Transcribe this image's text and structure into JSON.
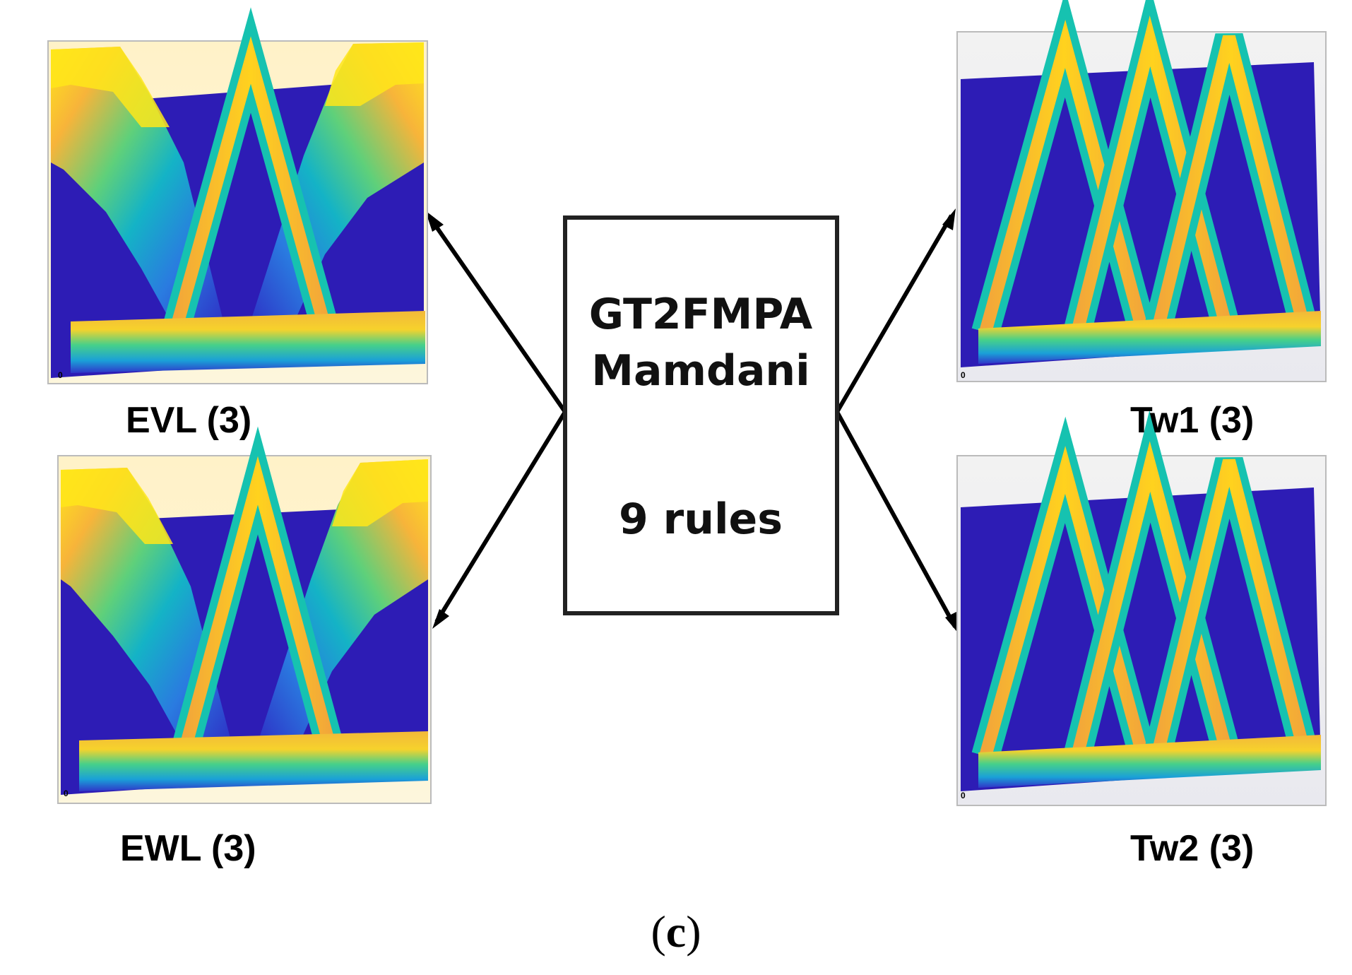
{
  "center_box": {
    "line1": "GT2FMPA",
    "line2": "Mamdani",
    "line3": "9 rules"
  },
  "inputs": [
    {
      "name": "EVL",
      "count": "(3)"
    },
    {
      "name": "EWL",
      "count": "(3)"
    }
  ],
  "outputs": [
    {
      "name": "Tw1",
      "count": "(3)"
    },
    {
      "name": "Tw2",
      "count": "(3)"
    }
  ],
  "caption": {
    "open": "(",
    "letter": "c",
    "close": ")"
  },
  "colors": {
    "background": "#ffffff",
    "arrow": "#000000",
    "plot_dark": "#2a1ab8",
    "plot_mid": "#1fc4a8",
    "plot_high": "#f5a623",
    "plot_peak": "#ffe41a"
  }
}
